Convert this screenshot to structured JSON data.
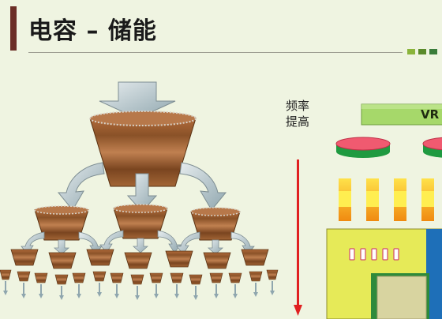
{
  "slide": {
    "title": "电容 – 储能",
    "side_label": "频率\n提高",
    "vr_label": "VR",
    "accent_squares": [
      "#8ab43a",
      "#5a8a2a",
      "#3a7c3a"
    ]
  }
}
